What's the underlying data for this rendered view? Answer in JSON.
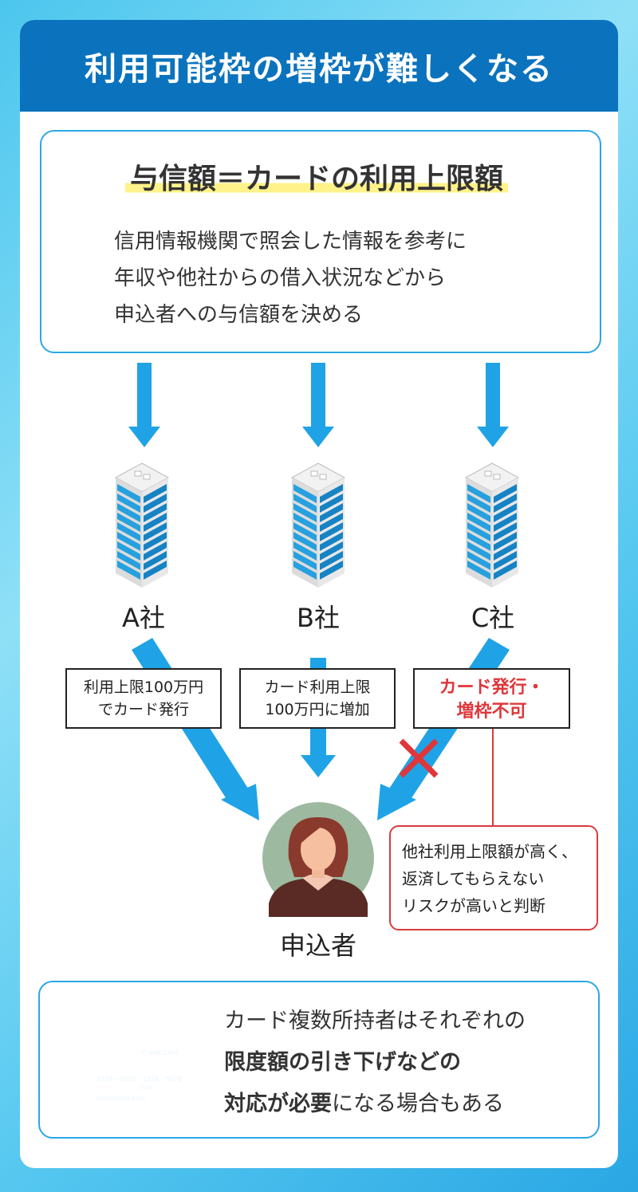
{
  "header": {
    "title": "利用可能枠の増枠が難しくなる"
  },
  "definition": {
    "title": "与信額＝カードの利用上限額",
    "lines": [
      "信用情報機関で照会した情報を参考に",
      "年収や他社からの借入状況などから",
      "申込者への与信額を決める"
    ]
  },
  "companies": [
    {
      "label": "A社",
      "note_lines": [
        "利用上限100万円",
        "でカード発行"
      ]
    },
    {
      "label": "B社",
      "note_lines": [
        "カード利用上限",
        "100万円に増加"
      ]
    },
    {
      "label": "C社",
      "note_lines": [
        "カード発行・",
        "増枠不可"
      ]
    }
  ],
  "risk_note": {
    "lines": [
      "他社利用上限額が高く、",
      "返済してもらえない",
      "リスクが高いと判断"
    ]
  },
  "applicant": {
    "label": "申込者"
  },
  "bottom": {
    "line1": "カード複数所持者はそれぞれの",
    "line2": "限度額の引き下げなどの",
    "line3_bold": "対応が必要",
    "line3_rest": "になる場合もある"
  },
  "credit_card": {
    "brand": "Credit Card",
    "number_groups": [
      "1234",
      "5678",
      "1234",
      "5678"
    ],
    "expiry": "01/01",
    "holder": "CARDHOLDER NAME"
  },
  "colors": {
    "header_bg": "#0b73bd",
    "arrow": "#1fa3e6",
    "accent_red": "#e0363a",
    "highlight": "#fff28a",
    "avatar_bg": "#9db9a0"
  }
}
